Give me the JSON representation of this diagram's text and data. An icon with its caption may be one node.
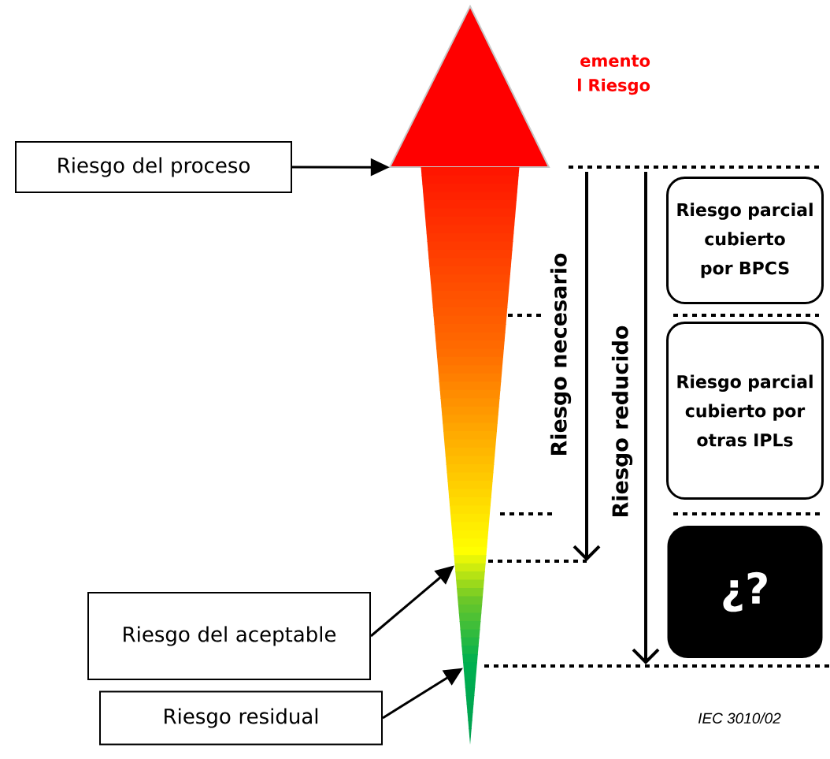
{
  "diagram": {
    "nodes": [
      {
        "text": [
          "Riesgo del proceso"
        ]
      },
      {
        "text": [],
        "shape": "triangle"
      },
      {
        "text": [],
        "shape": "wedge"
      },
      {
        "text": [
          "Riesgo del aceptable"
        ]
      },
      {
        "text": [
          "Riesgo residual"
        ]
      },
      {
        "text": [
          "Riesgo parcial cubierto por BPCS"
        ]
      },
      {
        "text": [
          "Riesgo parcial cubierto por otras IPLs"
        ]
      },
      {
        "text": [
          "¿?"
        ]
      }
    ],
    "edges": [
      {
        "from": 0,
        "to": 1,
        "arrow": "to"
      },
      {
        "from": 3,
        "to": 2,
        "arrow": "to"
      },
      {
        "from": 4,
        "to": 2,
        "arrow": "to"
      }
    ],
    "labels": [
      "emento l Riesgo",
      "Riesgo necesario",
      "Riesgo reducido",
      "IEC 3010/02"
    ]
  }
}
